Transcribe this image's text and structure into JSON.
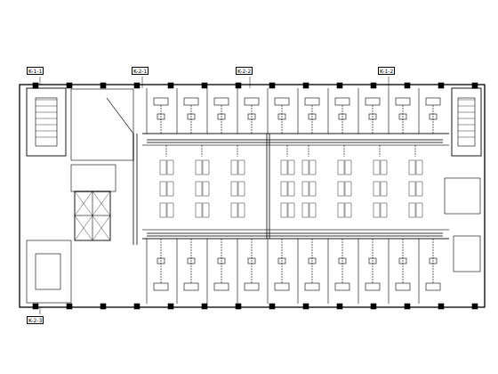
{
  "diagram": {
    "labels": [
      "K-1-1",
      "K-2-1",
      "K-2-2",
      "K-1-2",
      "K-2-3"
    ]
  }
}
